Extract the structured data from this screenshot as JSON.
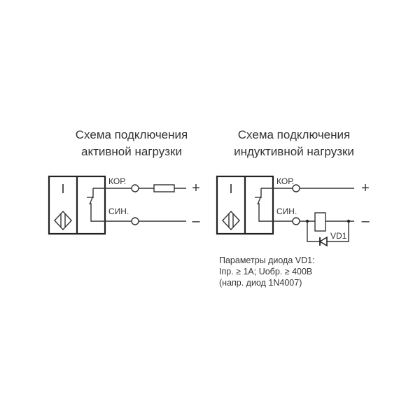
{
  "left": {
    "title_line1": "Схема подключения",
    "title_line2": "активной нагрузки",
    "sensor_symbol": "I",
    "terminal_top": "КОР.",
    "terminal_bottom": "СИН.",
    "plus": "+",
    "minus": "–"
  },
  "right": {
    "title_line1": "Схема подключения",
    "title_line2": "индуктивной нагрузки",
    "sensor_symbol": "I",
    "terminal_top": "КОР.",
    "terminal_bottom": "СИН.",
    "plus": "+",
    "minus": "–",
    "diode_label": "VD1",
    "notes": [
      "Параметры диода VD1:",
      "Iпр. ≥ 1А; Uобр. ≥ 400В",
      "(напр. диод 1N4007)"
    ]
  }
}
